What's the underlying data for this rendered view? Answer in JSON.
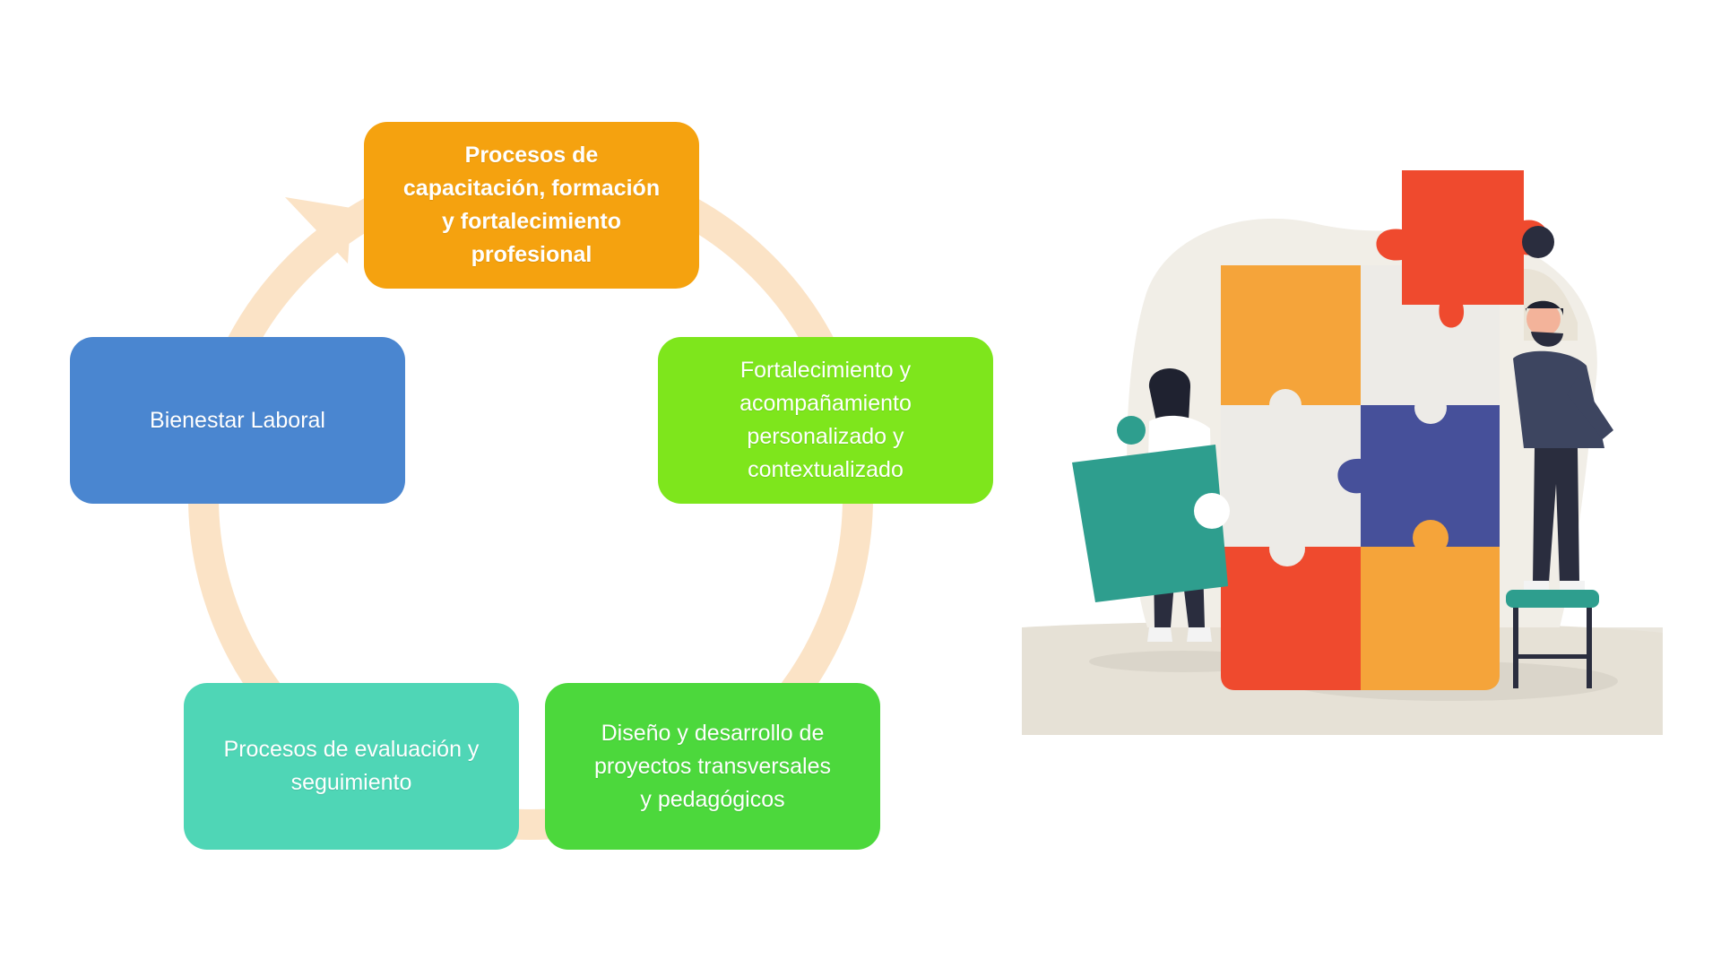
{
  "diagram": {
    "steps": [
      {
        "id": "capacitacion",
        "label": "Procesos de\ncapacitación, formación\ny fortalecimiento\nprofesional",
        "color": "#F5A20F"
      },
      {
        "id": "fortalecimiento",
        "label": "Fortalecimiento y\nacompañamiento\npersonalizado y\ncontextualizado",
        "color": "#7EE61C"
      },
      {
        "id": "diseno",
        "label": "Diseño y desarrollo de\nproyectos transversales\ny pedagógicos",
        "color": "#4CD83C"
      },
      {
        "id": "evaluacion",
        "label": "Procesos de evaluación y\nseguimiento",
        "color": "#4FD6B6"
      },
      {
        "id": "bienestar",
        "label": "Bienestar Laboral",
        "color": "#4A86D0"
      }
    ],
    "cycle_color": "#FBE3C6"
  },
  "illustration": {
    "subject": "people-assembling-puzzle",
    "colors": {
      "orange": "#F5A43A",
      "red": "#EF4A2E",
      "navy": "#46509A",
      "teal": "#2E9E8E",
      "ground": "#E9E5DC",
      "blob": "#F1EEE7",
      "puzzle_light": "#EDEBE7"
    }
  }
}
